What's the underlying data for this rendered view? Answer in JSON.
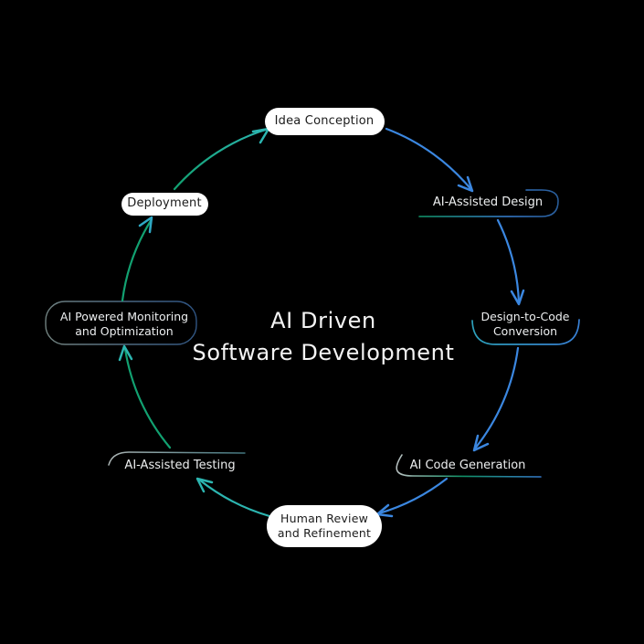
{
  "title": {
    "line1": "AI Driven",
    "line2": "Software Development"
  },
  "nodes": {
    "idea": {
      "lines": [
        "Idea Conception"
      ],
      "shape": "white-pill"
    },
    "design": {
      "lines": [
        "AI-Assisted Design"
      ],
      "shape": "outlined"
    },
    "conversion": {
      "lines": [
        "Design-to-Code",
        "Conversion"
      ],
      "shape": "outlined"
    },
    "codegen": {
      "lines": [
        "AI Code Generation"
      ],
      "shape": "outlined"
    },
    "review": {
      "lines": [
        "Human Review",
        "and Refinement"
      ],
      "shape": "white-pill"
    },
    "testing": {
      "lines": [
        "AI-Assisted Testing"
      ],
      "shape": "outlined"
    },
    "monitoring": {
      "lines": [
        "AI Powered Monitoring",
        "and Optimization"
      ],
      "shape": "outlined"
    },
    "deployment": {
      "lines": [
        "Deployment"
      ],
      "shape": "white-pill"
    }
  },
  "edges": [
    {
      "from": "Deployment",
      "to": "Idea Conception",
      "color_key": "green-to-teal"
    },
    {
      "from": "Idea Conception",
      "to": "AI-Assisted Design",
      "color_key": "blue"
    },
    {
      "from": "AI-Assisted Design",
      "to": "Design-to-Code Conversion",
      "color_key": "blue"
    },
    {
      "from": "Design-to-Code Conversion",
      "to": "AI Code Generation",
      "color_key": "blue"
    },
    {
      "from": "AI Code Generation",
      "to": "Human Review and Refinement",
      "color_key": "blue"
    },
    {
      "from": "Human Review and Refinement",
      "to": "AI-Assisted Testing",
      "color_key": "teal"
    },
    {
      "from": "AI-Assisted Testing",
      "to": "AI Powered Monitoring and Optimization",
      "color_key": "green"
    },
    {
      "from": "AI Powered Monitoring and Optimization",
      "to": "Deployment",
      "color_key": "green"
    }
  ],
  "colors": {
    "background": "#000000",
    "blue": "#3b87e0",
    "teal": "#2cb5b0",
    "green": "#12a171",
    "teal_blue": "#2fa8c4",
    "gray_light": "#c9d4d4",
    "gray_teal": "#4e8b95",
    "navy": "#2a5f9e",
    "monitor_gray": "#9fb5b0",
    "monitor_blue": "#3d72b5",
    "pill_fill": "#ffffff",
    "pill_text": "#1b1b1b",
    "node_text": "#edeff0",
    "title_text": "#f4f4f4"
  }
}
